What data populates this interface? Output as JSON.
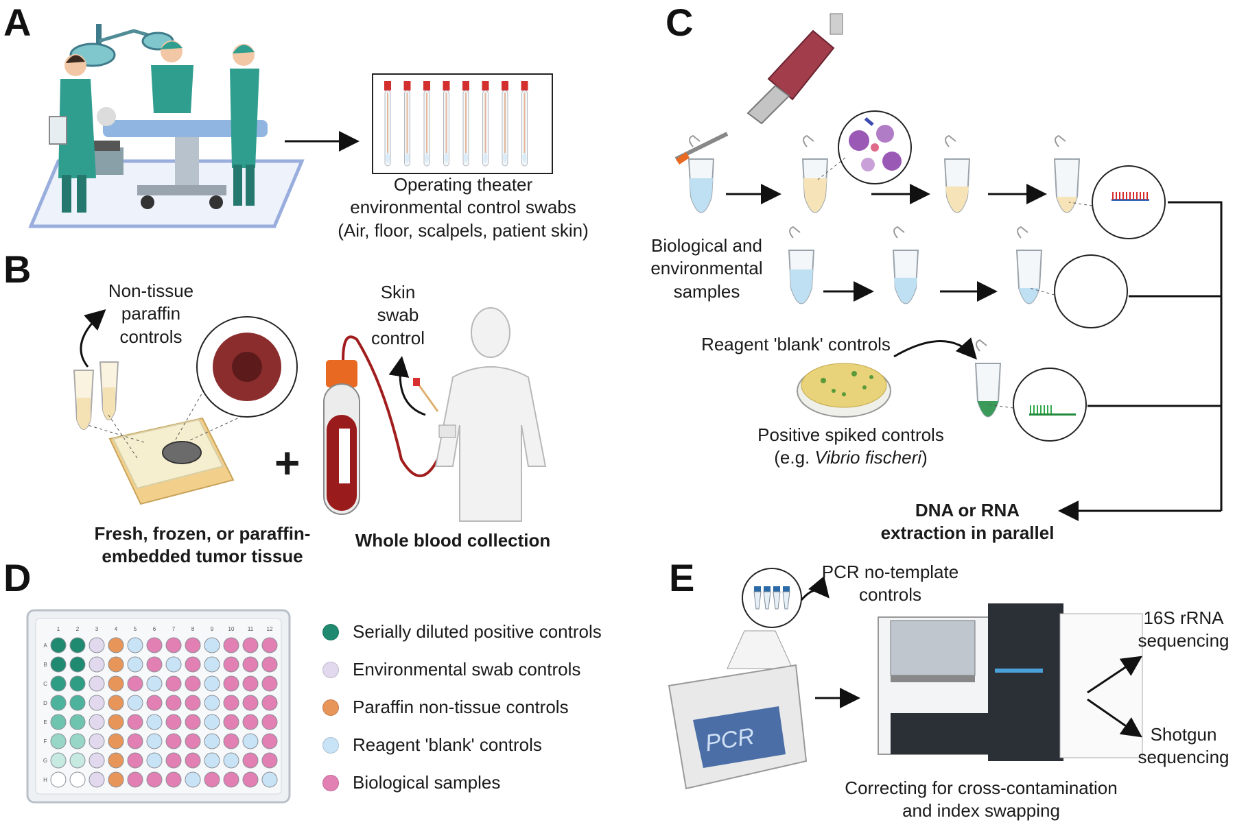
{
  "panels": {
    "a": "A",
    "b": "B",
    "c": "C",
    "d": "D",
    "e": "E"
  },
  "panel_a": {
    "swab_caption": [
      "Operating theater",
      "environmental control swabs",
      "(Air, floor, scalpels, patient skin)"
    ]
  },
  "panel_b": {
    "non_tissue": [
      "Non-tissue",
      "paraffin",
      "controls"
    ],
    "skin_swab": [
      "Skin",
      "swab",
      "control"
    ],
    "tissue_caption": [
      "Fresh, frozen, or paraffin-",
      "embedded tumor tissue"
    ],
    "blood_caption": "Whole blood collection",
    "plus": "+"
  },
  "panel_c": {
    "bio_samples": [
      "Biological and",
      "environmental",
      "samples"
    ],
    "reagent_blank": "Reagent 'blank' controls",
    "positive_spiked": "Positive spiked controls",
    "positive_example_prefix": "(e.g. ",
    "positive_example_species": "Vibrio fischeri",
    "positive_example_suffix": ")",
    "extraction": [
      "DNA or RNA",
      "extraction in parallel"
    ]
  },
  "panel_d": {
    "plate_columns": [
      "1",
      "2",
      "3",
      "4",
      "5",
      "6",
      "7",
      "8",
      "9",
      "10",
      "11",
      "12"
    ],
    "plate_rows": [
      "A",
      "B",
      "C",
      "D",
      "E",
      "F",
      "G",
      "H"
    ],
    "legend": [
      {
        "label": "Serially diluted positive controls",
        "color": "#1f8a70"
      },
      {
        "label": "Environmental swab controls",
        "color": "#e2d9ee"
      },
      {
        "label": "Paraffin non-tissue controls",
        "color": "#e8955a"
      },
      {
        "label": "Reagent 'blank' controls",
        "color": "#c9e3f6"
      },
      {
        "label": "Biological samples",
        "color": "#e27fb3"
      }
    ]
  },
  "panel_e": {
    "pcr_ntc": [
      "PCR no-template",
      "controls"
    ],
    "pcr_screen": "PCR",
    "correcting": [
      "Correcting for cross-contamination",
      "and  index swapping"
    ],
    "seq16s": [
      "16S rRNA",
      "sequencing"
    ],
    "shotgun": [
      "Shotgun",
      "sequencing"
    ]
  }
}
